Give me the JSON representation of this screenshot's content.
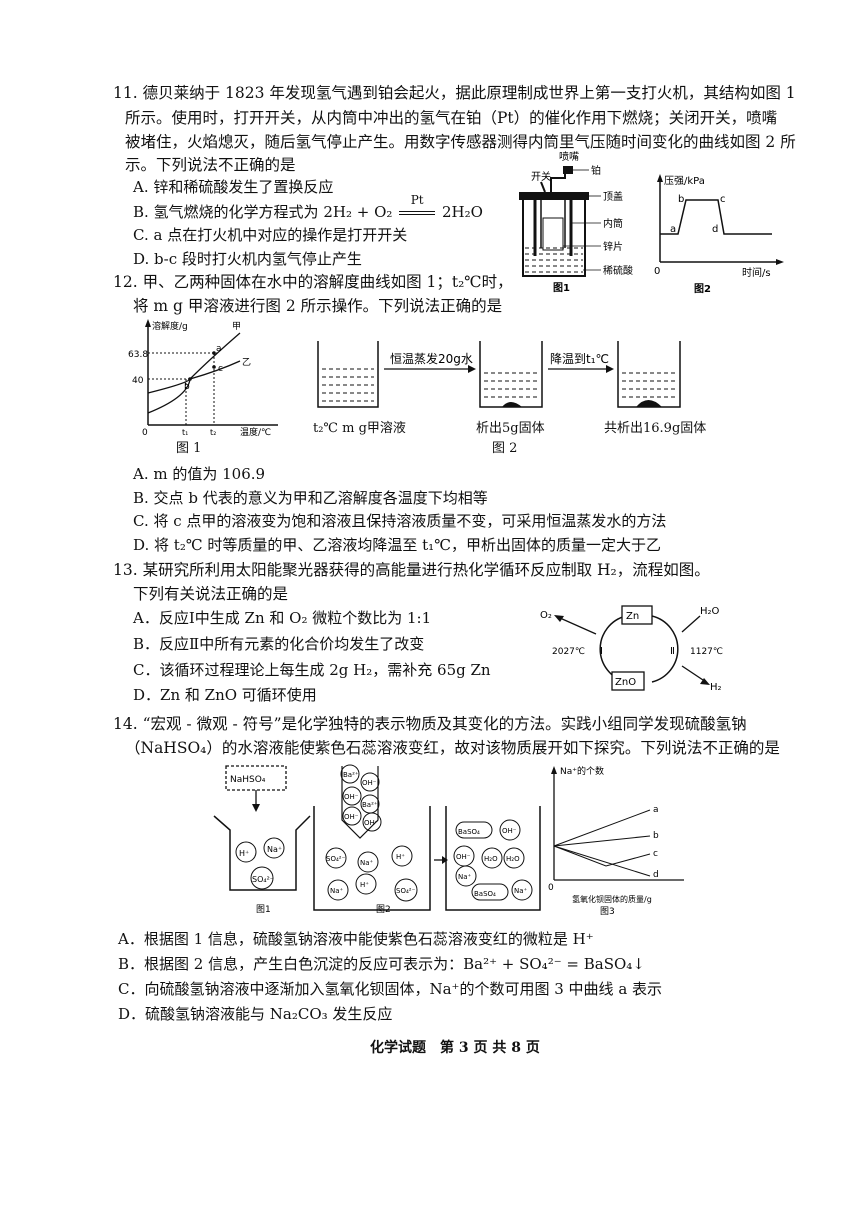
{
  "q11": {
    "l1": "11. 德贝莱纳于 1823 年发现氢气遇到铂会起火，据此原理制成世界上第一支打火机，其结构如图 1",
    "l2": "所示。使用时，打开开关，从内筒中冲出的氢气在铂（Pt）的催化作用下燃烧；关闭开关，喷嘴",
    "l3": "被堵住，火焰熄灭，随后氢气停止产生。用数字传感器测得内筒里气压随时间变化的曲线如图 2 所",
    "l4": "示。下列说法不正确的是",
    "A": "A. 锌和稀硫酸发生了置换反应",
    "B_pre": "B. 氢气燃烧的化学方程式为 2H₂ + O₂",
    "B_cond": "Pt",
    "B_post": "2H₂O",
    "C": "C. a 点在打火机中对应的操作是打开开关",
    "D": "D. b-c 段时打火机内氢气停止产生",
    "fig1": {
      "switch": "开关",
      "nozzle": "喷嘴",
      "pt": "铂",
      "cover": "顶盖",
      "inner": "内筒",
      "zinc": "锌片",
      "acid": "稀硫酸",
      "caption": "图1"
    },
    "fig2": {
      "ylabel": "压强/kPa",
      "xlabel": "时间/s",
      "origin": "0",
      "pa": "a",
      "pb": "b",
      "pc": "c",
      "pd": "d",
      "caption": "图2"
    }
  },
  "q12": {
    "l1": "12. 甲、乙两种固体在水中的溶解度曲线如图 1；t₂℃时，",
    "l2": "将 m g 甲溶液进行图 2 所示操作。下列说法正确的是",
    "fig1": {
      "ylabel": "溶解度/g",
      "xlabel": "温度/℃",
      "jia": "甲",
      "yi": "乙",
      "y1": "63.8",
      "y2": "40",
      "t1": "t₁",
      "t2": "t₂",
      "o": "0",
      "pa": "a",
      "pb": "b",
      "pc": "c",
      "caption": "图 1"
    },
    "fig2": {
      "step1": "恒温蒸发20g水",
      "step2": "降温到t₁℃",
      "b1": "t₂℃ m g甲溶液",
      "b2": "析出5g固体",
      "b3": "共析出16.9g固体",
      "caption": "图 2"
    },
    "A": "A. m 的值为 106.9",
    "B": "B. 交点 b 代表的意义为甲和乙溶解度各温度下均相等",
    "C": "C. 将 c 点甲的溶液变为饱和溶液且保持溶液质量不变，可采用恒温蒸发水的方法",
    "D": "D. 将 t₂℃ 时等质量的甲、乙溶液均降温至 t₁℃，甲析出固体的质量一定大于乙"
  },
  "q13": {
    "l1": "13. 某研究所利用太阳能聚光器获得的高能量进行热化学循环反应制取 H₂，流程如图。",
    "l2": "下列有关说法正确的是",
    "A": "A．反应Ⅰ中生成 Zn 和 O₂ 微粒个数比为 1:1",
    "B": "B．反应Ⅱ中所有元素的化合价均发生了改变",
    "C": "C．该循环过程理论上每生成 2g H₂，需补充 65g Zn",
    "D": "D．Zn 和 ZnO 可循环使用",
    "fig": {
      "o2": "O₂",
      "zn": "Zn",
      "h2o": "H₂O",
      "t1": "2027℃",
      "r1": "Ⅰ",
      "r2": "Ⅱ",
      "t2": "1127℃",
      "zno": "ZnO",
      "h2": "H₂"
    }
  },
  "q14": {
    "l1": "14. “宏观 - 微观 - 符号”是化学独特的表示物质及其变化的方法。实践小组同学发现硫酸氢钠",
    "l2": "（NaHSO₄）的水溶液能使紫色石蕊溶液变红，故对该物质展开如下探究。下列说法不正确的是",
    "fig1": {
      "box": "NaHSO₄",
      "h": "H⁺",
      "na": "Na⁺",
      "so4": "SO₄²⁻",
      "caption": "图1"
    },
    "fig2": {
      "ba": "Ba²⁺",
      "oh": "OH⁻",
      "so4": "SO₄²⁻",
      "na": "Na⁺",
      "h": "H⁺",
      "caption": "图2"
    },
    "fig2b": {
      "baso4": "BaSO₄",
      "oh": "OH⁻",
      "h2o": "H₂O",
      "na": "Na⁺"
    },
    "fig3": {
      "ylabel": "Na⁺的个数",
      "xlabel": "氢氧化钡固体的质量/g",
      "o": "0",
      "a": "a",
      "b": "b",
      "c": "c",
      "d": "d",
      "caption": "图3"
    },
    "A": "A．根据图 1 信息，硫酸氢钠溶液中能使紫色石蕊溶液变红的微粒是 H⁺",
    "B": "B．根据图 2 信息，产生白色沉淀的反应可表示为：Ba²⁺ + SO₄²⁻ = BaSO₄↓",
    "C": "C．向硫酸氢钠溶液中逐渐加入氢氧化钡固体，Na⁺的个数可用图 3 中曲线 a 表示",
    "D": "D．硫酸氢钠溶液能与 Na₂CO₃ 发生反应"
  },
  "footer": "化学试题　第 3 页 共 8 页"
}
